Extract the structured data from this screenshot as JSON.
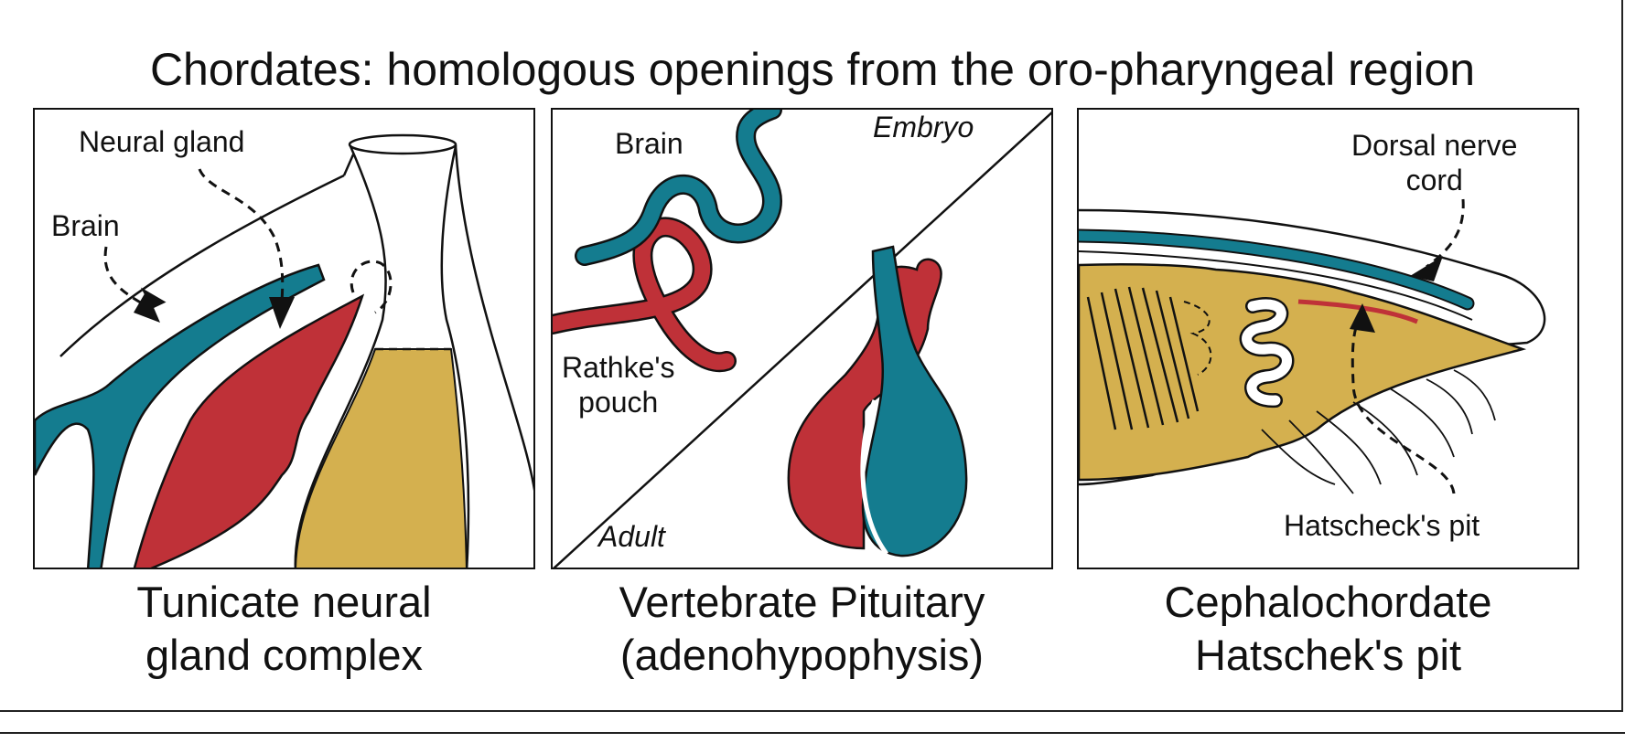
{
  "title": "Chordates: homologous openings from the oro-pharyngeal region",
  "colors": {
    "teal": "#147c8f",
    "red": "#bf3138",
    "gold": "#d4b04f",
    "outline": "#111111"
  },
  "panels": {
    "tunicate": {
      "labels": {
        "neural_gland": "Neural gland",
        "brain": "Brain"
      },
      "caption": [
        "Tunicate neural",
        "gland complex"
      ]
    },
    "vertebrate": {
      "labels": {
        "brain": "Brain",
        "embryo": "Embryo",
        "rathkes": [
          "Rathke's",
          "pouch"
        ],
        "adult": "Adult"
      },
      "caption": [
        "Vertebrate Pituitary",
        "(adenohypophysis)"
      ]
    },
    "cephalochordate": {
      "labels": {
        "dorsal_nerve_cord": [
          "Dorsal nerve",
          "cord"
        ],
        "hatscheks_pit": "Hatscheck's pit"
      },
      "caption": [
        "Cephalochordate",
        "Hatschek's pit"
      ]
    }
  }
}
